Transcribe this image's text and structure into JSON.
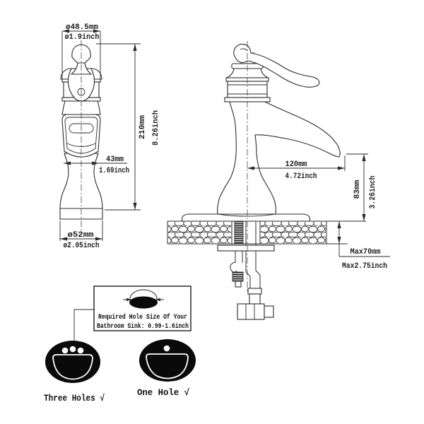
{
  "front_view": {
    "top_diameter_mm": "ø48.5mm",
    "top_diameter_in": "ø1.9inch",
    "height_mm": "210mm",
    "height_in": "8.26inch",
    "spout_width_mm": "43mm",
    "spout_width_in": "1.69inch",
    "base_diameter_mm": "ø52mm",
    "base_diameter_in": "ø2.05inch"
  },
  "side_view": {
    "spout_reach_mm": "120mm",
    "spout_reach_in": "4.72inch",
    "spout_height_mm": "83mm",
    "spout_height_in": "3.26inch",
    "max_deck_mm": "Max70mm",
    "max_deck_in": "Max2.75inch"
  },
  "note": {
    "line1": "Required Hole Size Of Your",
    "line2": "Bathroom Sink: 0.99-1.6inch"
  },
  "options": {
    "three_holes": "Three Holes √",
    "one_hole": "One Hole √"
  },
  "colors": {
    "line": "#2b2b2b",
    "sink_fill": "#0a0a0a",
    "background": "#ffffff"
  }
}
